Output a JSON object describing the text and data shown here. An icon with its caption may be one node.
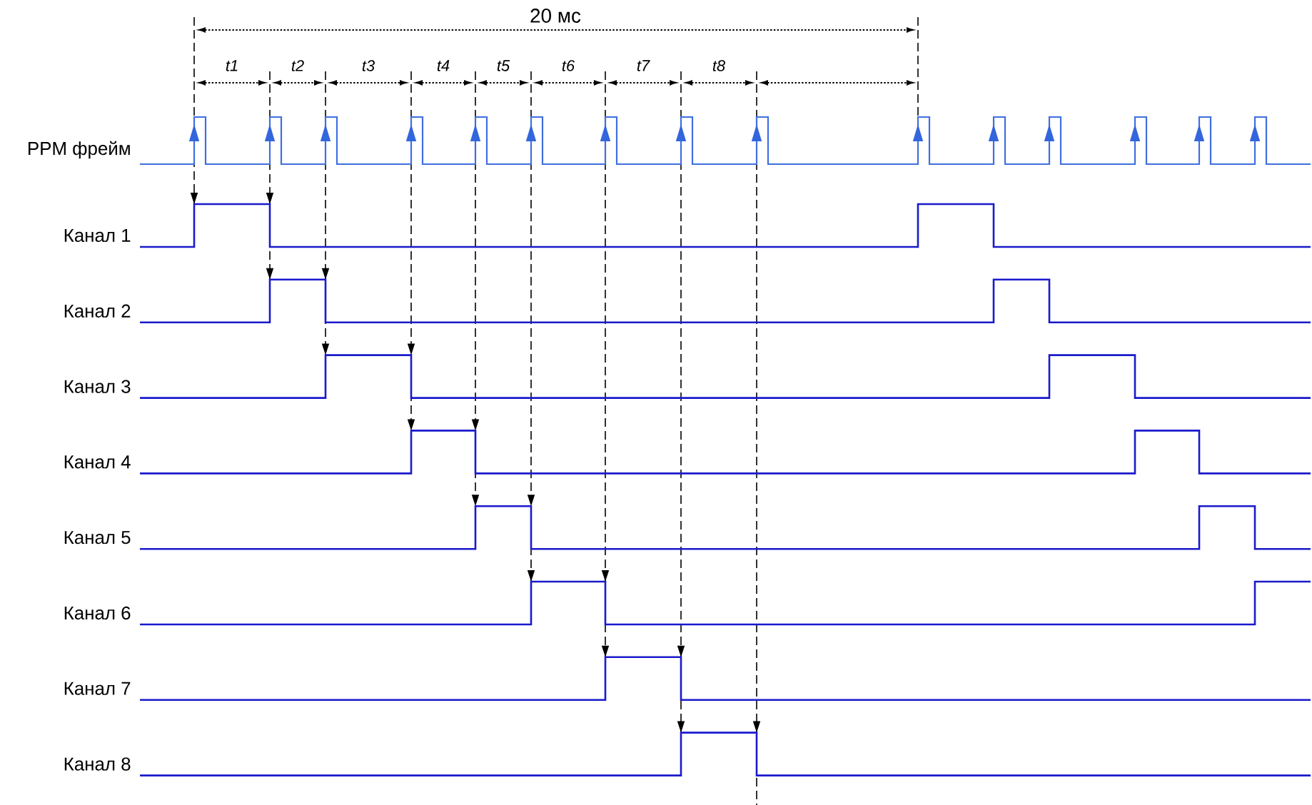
{
  "diagram": {
    "labels": [
      "20 мс",
      "t1",
      "t2",
      "t3",
      "t4",
      "t5",
      "t6",
      "t7",
      "t8",
      "PPM фрейм",
      "Канал 1",
      "Канал 2",
      "Канал 3",
      "Канал 4",
      "Канал 5",
      "Канал 6",
      "Канал 7",
      "Канал 8"
    ]
  }
}
